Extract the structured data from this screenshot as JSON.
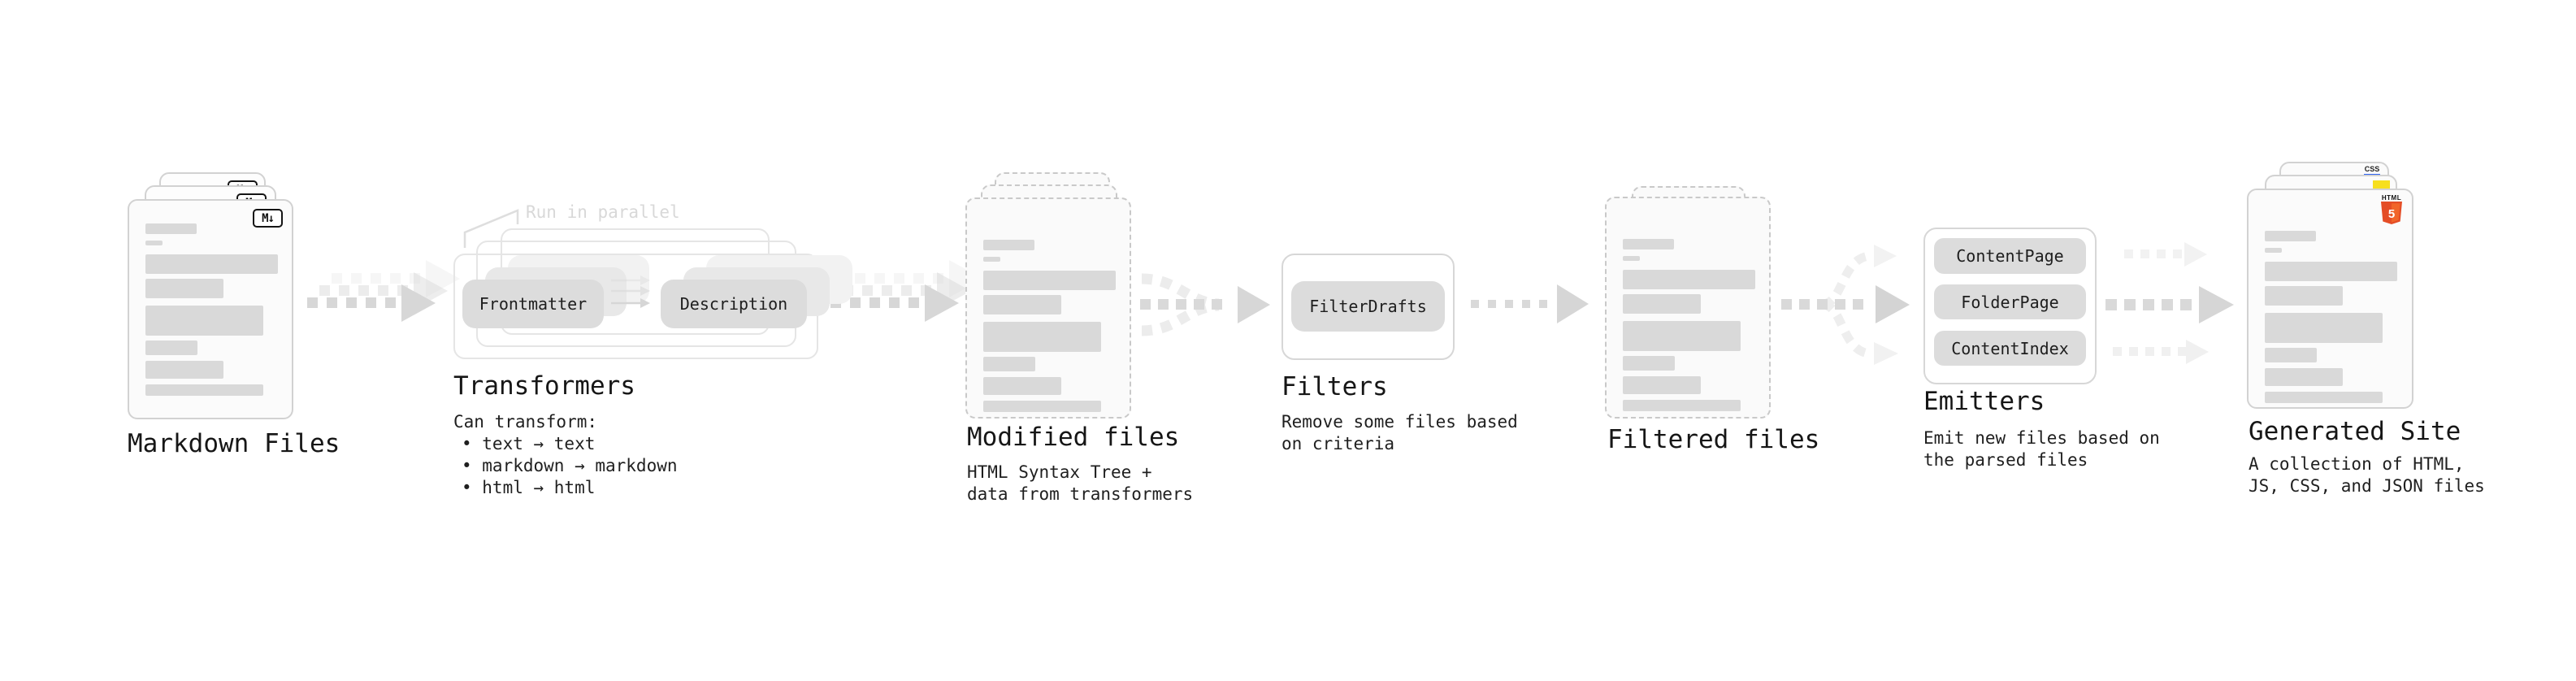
{
  "nodes": {
    "markdown_files": {
      "label": "Markdown Files",
      "badge": "M↓"
    },
    "transformers": {
      "label": "Transformers",
      "callout": "Run in parallel",
      "pills": [
        "Frontmatter",
        "Description"
      ],
      "description_lines": [
        "Can transform:",
        "• text → text",
        "• markdown → markdown",
        "• html → html"
      ]
    },
    "modified_files": {
      "label": "Modified files",
      "description_lines": [
        "HTML Syntax Tree +",
        "data from transformers"
      ]
    },
    "filters": {
      "label": "Filters",
      "pills": [
        "FilterDrafts"
      ],
      "description_lines": [
        "Remove some files based",
        "on criteria"
      ]
    },
    "filtered_files": {
      "label": "Filtered files"
    },
    "emitters": {
      "label": "Emitters",
      "pills": [
        "ContentPage",
        "FolderPage",
        "ContentIndex"
      ],
      "description_lines": [
        "Emit new files based on",
        "the parsed files"
      ]
    },
    "generated_site": {
      "label": "Generated Site",
      "badges": {
        "css": "CSS",
        "html_label": "HTML",
        "html_number": "5"
      },
      "description_lines": [
        "A collection of HTML,",
        "JS, CSS, and JSON files"
      ]
    }
  },
  "colors": {
    "card_border": "#d2d2d2",
    "dashed_border": "#c9c9c9",
    "skeleton_bar": "#d9d9d9",
    "pill_bg": "#dcdcdc",
    "arrow_gray": "#d7d7d7",
    "callout_gray": "#d8d8d8",
    "text_dark": "#1b1b1b",
    "html5_orange": "#e44d26",
    "js_yellow": "#f7df1e",
    "css_blue": "#2d63f1"
  }
}
